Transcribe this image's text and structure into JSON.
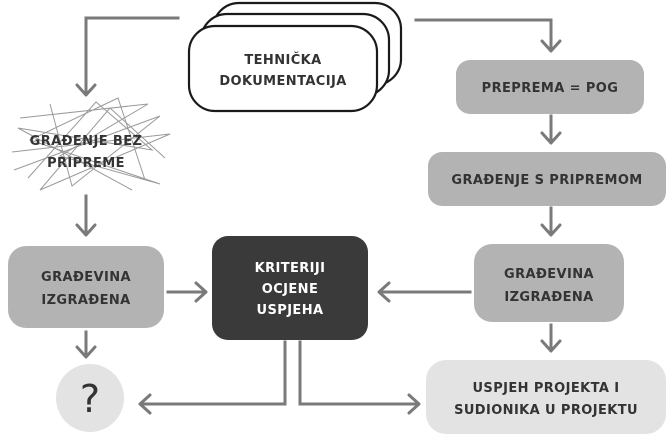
{
  "nodes": {
    "tech_doc": {
      "line1": "TEHNIČKA",
      "line2": "DOKUMENTACIJA"
    },
    "priprema": {
      "line1": "PREPREMA = POG"
    },
    "gradjenje_s": {
      "line1": "GRAĐENJE S PRIPREMOM"
    },
    "gradjevina_right": {
      "line1": "GRAĐEVINA",
      "line2": "IZGRAĐENA"
    },
    "uspjeh": {
      "line1": "USPJEH PROJEKTA I",
      "line2": "SUDIONIKA U PROJEKTU"
    },
    "kriteriji": {
      "line1": "KRITERIJI",
      "line2": "OCJENE",
      "line3": "USPJEHA"
    },
    "gradjenje_bez": {
      "line1": "GRAĐENJE BEZ",
      "line2": "PRIPREME"
    },
    "gradjevina_left": {
      "line1": "GRAĐEVINA",
      "line2": "IZGRAĐENA"
    },
    "question": {
      "line1": "?"
    }
  },
  "colors": {
    "box_mid": "#b3b3b3",
    "box_light": "#e3e3e3",
    "box_dark": "#3a3a3a",
    "arrow": "#7a7a7a",
    "outline": "#1a1a1a"
  }
}
